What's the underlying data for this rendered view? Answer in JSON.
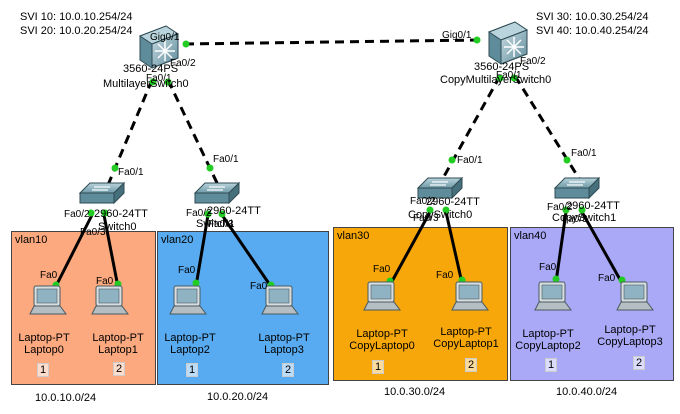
{
  "colors": {
    "vlan10": "#fca97f",
    "vlan20": "#58abf0",
    "vlan30": "#f7a70a",
    "vlan40": "#a9a9f8",
    "link": "#000000",
    "link_up": "#22cc22"
  },
  "svi": {
    "left_line1": "SVI 10: 10.0.10.254/24",
    "left_line2": "SVI 20: 10.0.20.254/24",
    "right_line1": "SVI 30: 10.0.30.254/24",
    "right_line2": "SVI 40: 10.0.40.254/24"
  },
  "core": {
    "left": {
      "model": "3560-24PS",
      "name": "MultilayerSwitch0",
      "gig": "Gig0/1",
      "p1": "Fa0/1",
      "p2": "Fa0/2"
    },
    "right": {
      "model": "3560-24PS",
      "name": "CopyMultilayerSwitch0",
      "gig": "Gig0/1",
      "p1": "Fa0/1",
      "p2": "Fa0/2"
    }
  },
  "access": [
    {
      "model": "2960-24TT",
      "name": "Switch0",
      "up": "Fa0/1",
      "p2": "Fa0/2",
      "p3": "Fa0/3"
    },
    {
      "model": "2960-24TT",
      "name": "Switch1",
      "up": "Fa0/1",
      "p2": "Fa0/2",
      "p3": "Fa0/3"
    },
    {
      "model": "2960-24TT",
      "name": "CopySwitch0",
      "up": "Fa0/1",
      "p2": "Fa0/2",
      "p3": "Fa0/3"
    },
    {
      "model": "2960-24TT",
      "name": "CopySwitch1",
      "up": "Fa0/1",
      "p2": "Fa0/2",
      "p3": "Fa0/3"
    }
  ],
  "vlans": [
    {
      "label": "vlan10",
      "subnet": "10.0.10.0/24"
    },
    {
      "label": "vlan20",
      "subnet": "10.0.20.0/24"
    },
    {
      "label": "vlan30",
      "subnet": "10.0.30.0/24"
    },
    {
      "label": "vlan40",
      "subnet": "10.0.40.0/24"
    }
  ],
  "laptops": [
    {
      "model": "Laptop-PT",
      "name": "Laptop0",
      "port": "Fa0",
      "seq": "1"
    },
    {
      "model": "Laptop-PT",
      "name": "Laptop1",
      "port": "Fa0",
      "seq": "2"
    },
    {
      "model": "Laptop-PT",
      "name": "Laptop2",
      "port": "Fa0",
      "seq": "1"
    },
    {
      "model": "Laptop-PT",
      "name": "Laptop3",
      "port": "Fa0",
      "seq": "2"
    },
    {
      "model": "Laptop-PT",
      "name": "CopyLaptop0",
      "port": "Fa0",
      "seq": "1"
    },
    {
      "model": "Laptop-PT",
      "name": "CopyLaptop1",
      "port": "Fa0",
      "seq": "2"
    },
    {
      "model": "Laptop-PT",
      "name": "CopyLaptop2",
      "port": "Fa0",
      "seq": "1"
    },
    {
      "model": "Laptop-PT",
      "name": "CopyLaptop3",
      "port": "Fa0",
      "seq": "2"
    }
  ]
}
